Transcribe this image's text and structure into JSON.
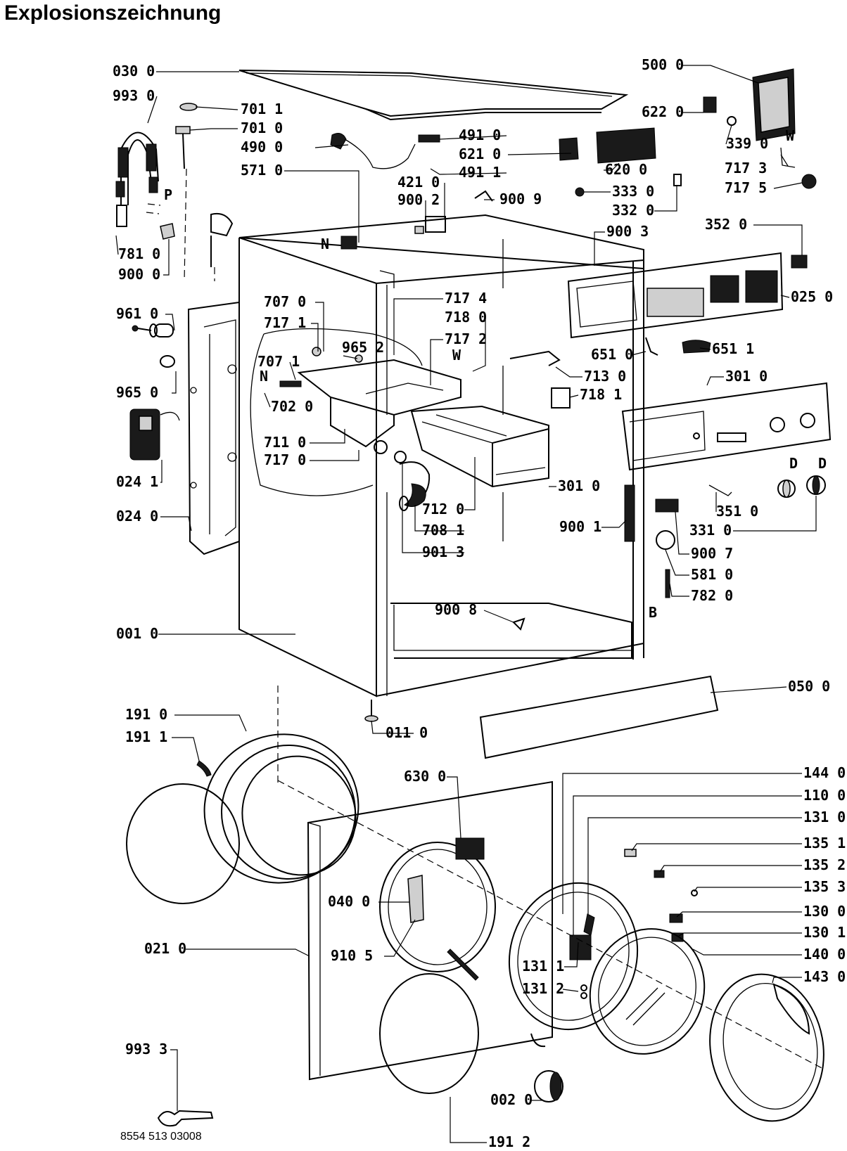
{
  "title": "Explosionszeichnung",
  "document_number": "8554 513 03008",
  "part_labels": [
    {
      "text": "030 0"
    },
    {
      "text": "993 0"
    },
    {
      "text": "701 1"
    },
    {
      "text": "701 0"
    },
    {
      "text": "490 0"
    },
    {
      "text": "571 0"
    },
    {
      "text": "781 0"
    },
    {
      "text": "900 0"
    },
    {
      "text": "491 0"
    },
    {
      "text": "621 0"
    },
    {
      "text": "491 1"
    },
    {
      "text": "421 0"
    },
    {
      "text": "900 2"
    },
    {
      "text": "900 9"
    },
    {
      "text": "500 0"
    },
    {
      "text": "622 0"
    },
    {
      "text": "339 0"
    },
    {
      "text": "717 3"
    },
    {
      "text": "717 5"
    },
    {
      "text": "620 0"
    },
    {
      "text": "333 0"
    },
    {
      "text": "332 0"
    },
    {
      "text": "900 3"
    },
    {
      "text": "352 0"
    },
    {
      "text": "025 0"
    },
    {
      "text": "961 0"
    },
    {
      "text": "707 0"
    },
    {
      "text": "717 1"
    },
    {
      "text": "717 4"
    },
    {
      "text": "718 0"
    },
    {
      "text": "717 2"
    },
    {
      "text": "965 2"
    },
    {
      "text": "707 1"
    },
    {
      "text": "702 0"
    },
    {
      "text": "965 0"
    },
    {
      "text": "711 0"
    },
    {
      "text": "717 0"
    },
    {
      "text": "024 1"
    },
    {
      "text": "024 0"
    },
    {
      "text": "651 0"
    },
    {
      "text": "651 1"
    },
    {
      "text": "713 0"
    },
    {
      "text": "301 0"
    },
    {
      "text": "718 1"
    },
    {
      "text": "301 0"
    },
    {
      "text": "712 0"
    },
    {
      "text": "708 1"
    },
    {
      "text": "901 3"
    },
    {
      "text": "900 1"
    },
    {
      "text": "351 0"
    },
    {
      "text": "331 0"
    },
    {
      "text": "900 7"
    },
    {
      "text": "581 0"
    },
    {
      "text": "782 0"
    },
    {
      "text": "900 8"
    },
    {
      "text": "001 0"
    },
    {
      "text": "050 0"
    },
    {
      "text": "011 0"
    },
    {
      "text": "191 0"
    },
    {
      "text": "191 1"
    },
    {
      "text": "630 0"
    },
    {
      "text": "144 0"
    },
    {
      "text": "110 0"
    },
    {
      "text": "131 0"
    },
    {
      "text": "135 1"
    },
    {
      "text": "135 2"
    },
    {
      "text": "135 3"
    },
    {
      "text": "130 0"
    },
    {
      "text": "130 1"
    },
    {
      "text": "040 0"
    },
    {
      "text": "131 1"
    },
    {
      "text": "131 2"
    },
    {
      "text": "140 0"
    },
    {
      "text": "143 0"
    },
    {
      "text": "021 0"
    },
    {
      "text": "910 5"
    },
    {
      "text": "993 3"
    },
    {
      "text": "002 0"
    },
    {
      "text": "191 2"
    }
  ],
  "markers": [
    {
      "text": "P"
    },
    {
      "text": "N"
    },
    {
      "text": "W"
    },
    {
      "text": "W"
    },
    {
      "text": "N"
    },
    {
      "text": "D"
    },
    {
      "text": "D"
    },
    {
      "text": "B"
    }
  ]
}
